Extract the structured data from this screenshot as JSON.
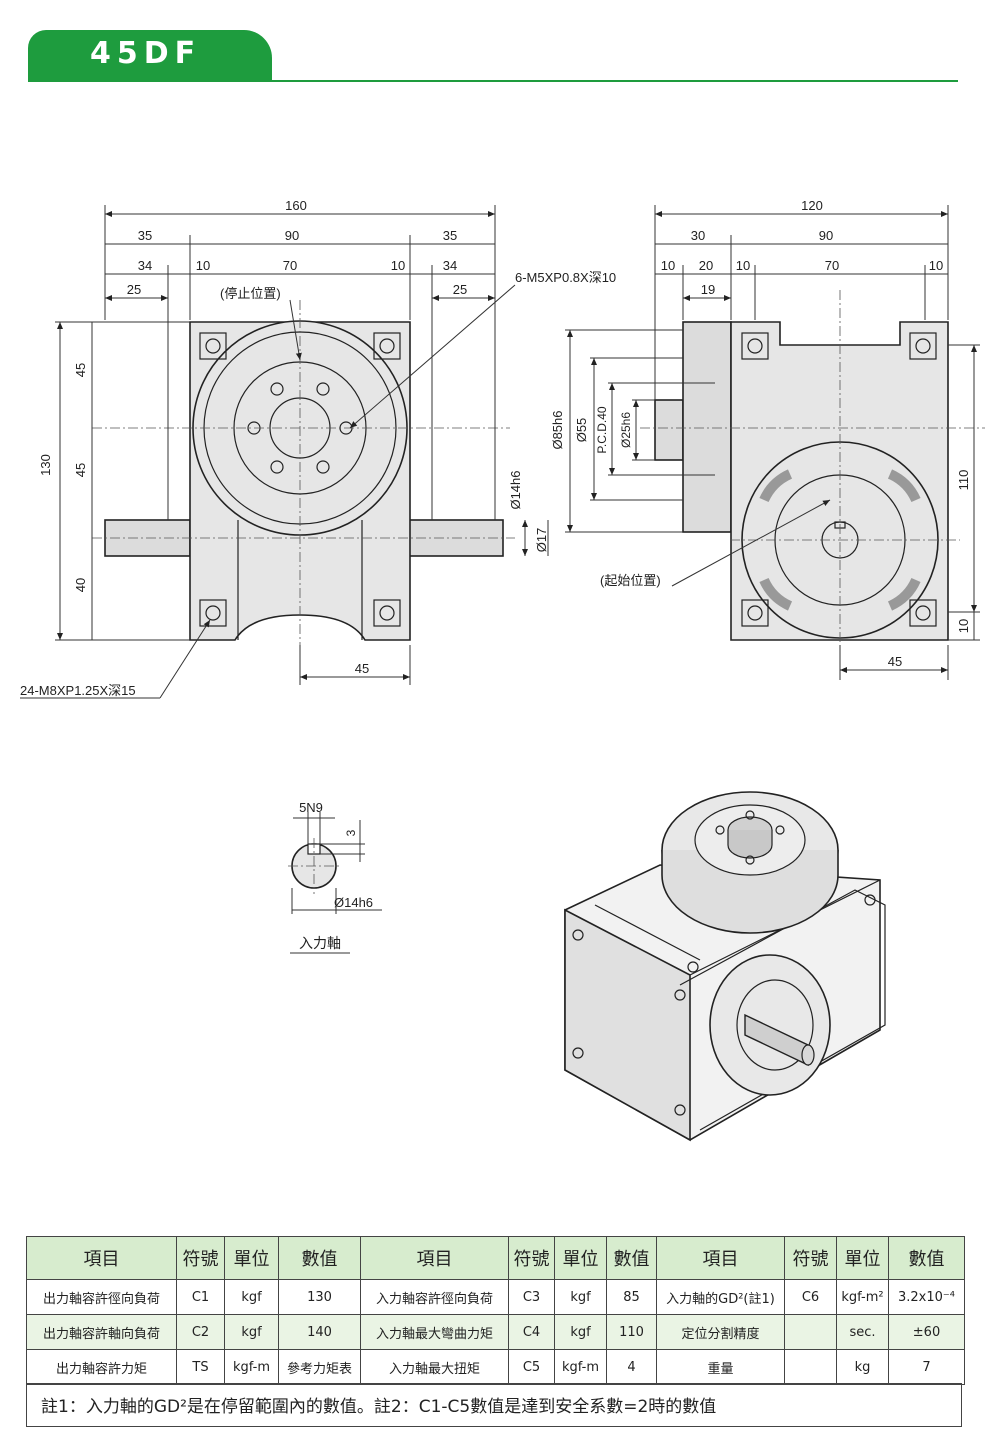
{
  "header": {
    "model": "45DF"
  },
  "front_view": {
    "dims": {
      "overall_width": "160",
      "left_ext": "35",
      "middle": "90",
      "right_ext": "35",
      "l34": "34",
      "l10": "10",
      "m70": "70",
      "r10": "10",
      "r34": "34",
      "l25": "25",
      "r25": "25",
      "stop_position": "(停止位置)",
      "tapped_holes_top": "6-M5XP0.8X深10",
      "h45a": "45",
      "h45b": "45",
      "h40": "40",
      "h130": "130",
      "d14h6": "Ø14h6",
      "d17": "Ø17",
      "bottom45": "45",
      "tapped_holes_bottom": "24-M8XP1.25X深15"
    }
  },
  "side_view": {
    "dims": {
      "overall_width": "120",
      "w30": "30",
      "w90": "90",
      "w10a": "10",
      "w20": "20",
      "w10b": "10",
      "w70": "70",
      "w10c": "10",
      "w19": "19",
      "d85h6": "Ø85h6",
      "d55": "Ø55",
      "pcd40": "P.C.D.40",
      "d25h6": "Ø25h6",
      "start_position": "(起始位置)",
      "h110": "110",
      "h10": "10",
      "bottom45": "45"
    }
  },
  "shaft_section": {
    "key": "5N9",
    "depth": "3",
    "diameter": "Ø14h6",
    "label": "入力軸"
  },
  "spec_table": {
    "headers": [
      "項目",
      "符號",
      "單位",
      "數值",
      "項目",
      "符號",
      "單位",
      "數值",
      "項目",
      "符號",
      "單位",
      "數值"
    ],
    "rows": [
      [
        "出力軸容許徑向負荷",
        "C1",
        "kgf",
        "130",
        "入力軸容許徑向負荷",
        "C3",
        "kgf",
        "85",
        "入力軸的GD²(註1)",
        "C6",
        "kgf-m²",
        "3.2x10⁻⁴"
      ],
      [
        "出力軸容許軸向負荷",
        "C2",
        "kgf",
        "140",
        "入力軸最大彎曲力矩",
        "C4",
        "kgf",
        "110",
        "定位分割精度",
        "",
        "sec.",
        "±60"
      ],
      [
        "出力軸容許力矩",
        "TS",
        "kgf-m",
        "參考力矩表",
        "入力軸最大扭矩",
        "C5",
        "kgf-m",
        "4",
        "重量",
        "",
        "kg",
        "7"
      ]
    ],
    "note": "註1：入力軸的GD²是在停留範圍內的數值。註2：C1-C5數值是達到安全系數=2時的數值"
  }
}
